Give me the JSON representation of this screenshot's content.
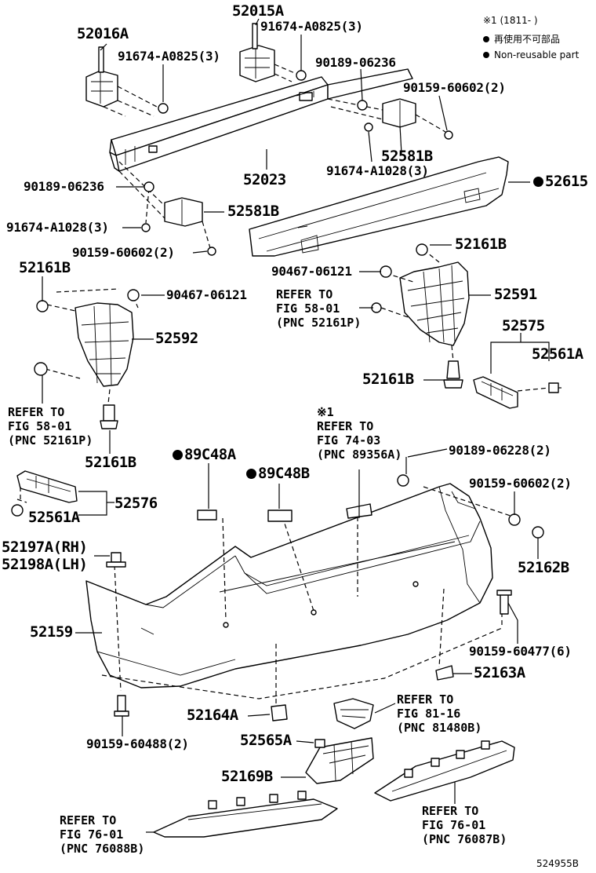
{
  "legend": {
    "period": "※1 (1811-      )",
    "non_reusable_jp": "再使用不可部品",
    "non_reusable_en": "Non-reusable part"
  },
  "labels": {
    "p52016A": "52016A",
    "p52015A": "52015A",
    "p91674A0825_left": "91674-A0825(3)",
    "p91674A0825_top": "91674-A0825(3)",
    "p90189_06236_top": "90189-06236",
    "p90159_60602_top": "90159-60602(2)",
    "p52581B_top": "52581B",
    "p91674A1028_right": "91674-A1028(3)",
    "p52023": "52023",
    "p52615": "52615",
    "p90189_06236_left": "90189-06236",
    "p52581B_left": "52581B",
    "p91674A1028_left": "91674-A1028(3)",
    "p90159_60602_left": "90159-60602(2)",
    "p52161B_right_top": "52161B",
    "p90467_06121_right": "90467-06121",
    "p52591": "52591",
    "p52161B_left_top": "52161B",
    "p90467_06121_left": "90467-06121",
    "p52592": "52592",
    "p52575": "52575",
    "p52561A_right": "52561A",
    "p52161B_right_bottom": "52161B",
    "p52161B_left_bottom": "52161B",
    "p89C48A": "89C48A",
    "p89C48B": "89C48B",
    "p90189_06228": "90189-06228(2)",
    "p90159_60602_bottom": "90159-60602(2)",
    "p52576": "52576",
    "p52561A_left": "52561A",
    "p52197A": "52197A(RH)",
    "p52198A": "52198A(LH)",
    "p52162B": "52162B",
    "p52159": "52159",
    "p90159_60477": "90159-60477(6)",
    "p52163A": "52163A",
    "p52164A": "52164A",
    "p90159_60488": "90159-60488(2)",
    "p52565A": "52565A",
    "p52169B": "52169B"
  },
  "refs": {
    "fig58_right": "REFER TO\nFIG 58-01\n(PNC 52161P)",
    "fig58_left": "REFER TO\nFIG 58-01\n(PNC 52161P)",
    "fig74_mark": "※1",
    "fig74": "REFER TO\nFIG 74-03\n(PNC 89356A)",
    "fig81": "REFER TO\nFIG 81-16\n(PNC 81480B)",
    "fig76_left": "REFER TO\nFIG 76-01\n(PNC 76088B)",
    "fig76_right": "REFER TO\nFIG 76-01\n(PNC 76087B)"
  },
  "diagram_id": "524955B"
}
